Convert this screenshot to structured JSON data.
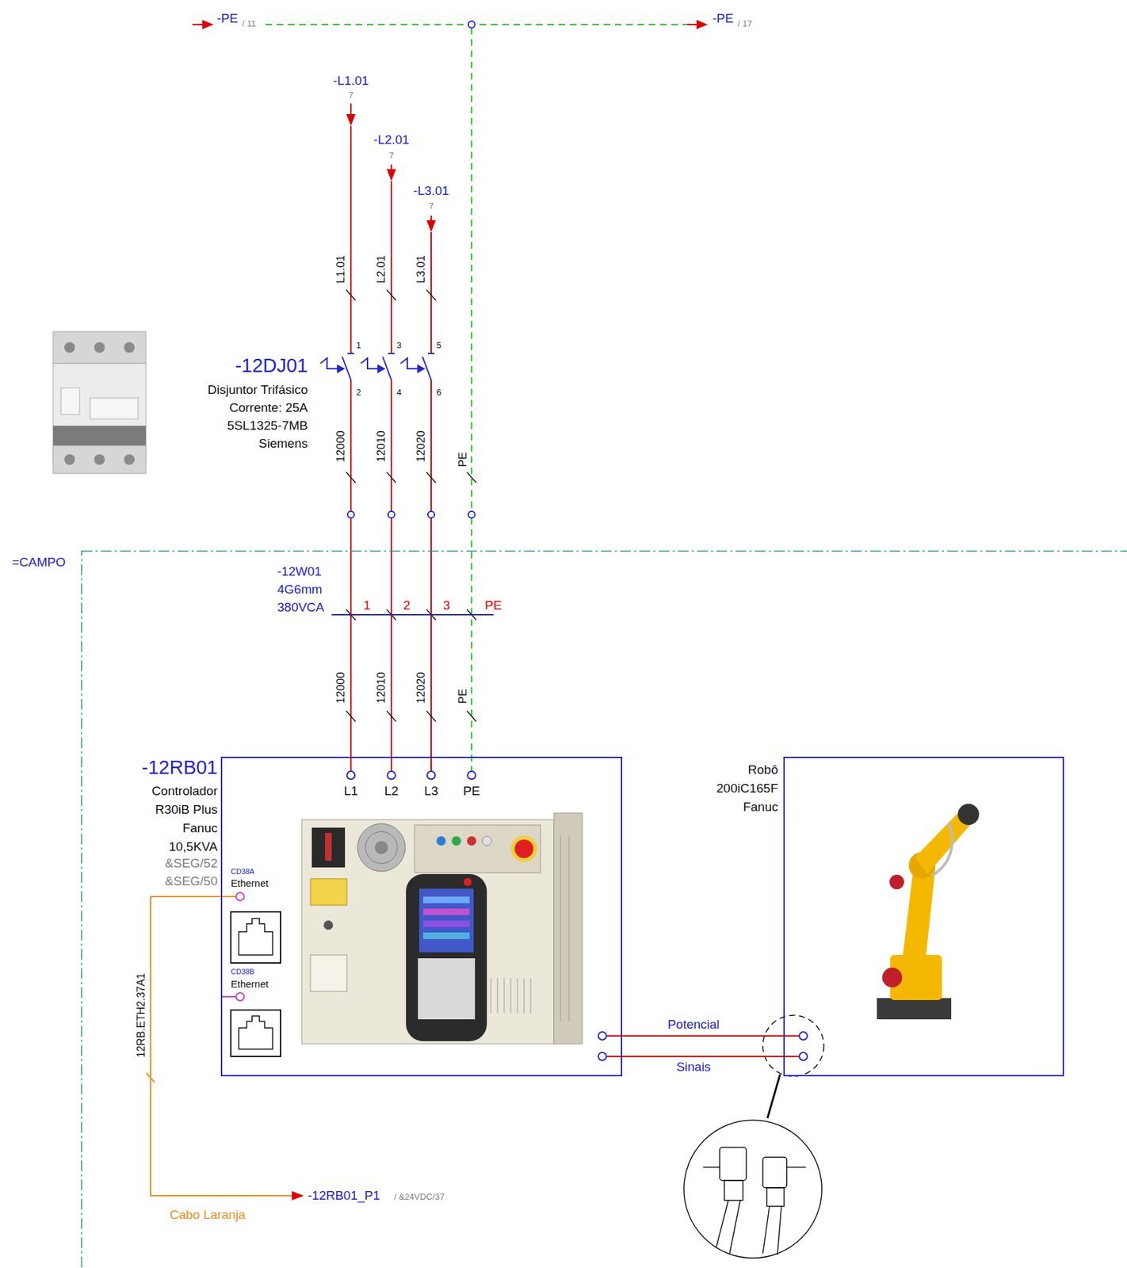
{
  "diagram": {
    "nodes": [
      {
        "text": [
          "=CAMPO"
        ]
      },
      {
        "text": [
          "-12RB01",
          "Controlador R30iB Plus Fanuc 10,5KVA",
          "&SEG/52",
          "&SEG/50"
        ],
        "in": 0
      },
      {
        "text": [
          "Robô 200iC165F Fanuc"
        ],
        "in": 0
      }
    ],
    "edges": [
      {
        "from": 1,
        "to": 2,
        "arrow": "none",
        "label": "Potencial"
      },
      {
        "from": 1,
        "to": 2,
        "arrow": "none",
        "label": "Sinais"
      }
    ],
    "labels": [
      "-PE",
      "/ 11",
      "-PE",
      "/ 17",
      "-L1.01",
      "7",
      "-L2.01",
      "7",
      "-L3.01",
      "7",
      "L1.01",
      "L2.01",
      "L3.01",
      "1",
      "3",
      "5",
      "2",
      "4",
      "6",
      "-12DJ01",
      "Disjuntor Trifásico Corrente: 25A 5SL1325-7MB Siemens",
      "12000",
      "12010",
      "12020",
      "PE",
      "-12W01 4G6mm 380VCA",
      "1",
      "2",
      "3",
      "PE",
      "12000",
      "12010",
      "12020",
      "PE",
      "L1",
      "L2",
      "L3",
      "PE",
      "CD38A",
      "Ethernet",
      "CD38B",
      "Ethernet",
      "12RB.ETH2.37A1",
      "-12RB01_P1",
      "/ &24VDC/37",
      "Cabo Laranja"
    ]
  }
}
